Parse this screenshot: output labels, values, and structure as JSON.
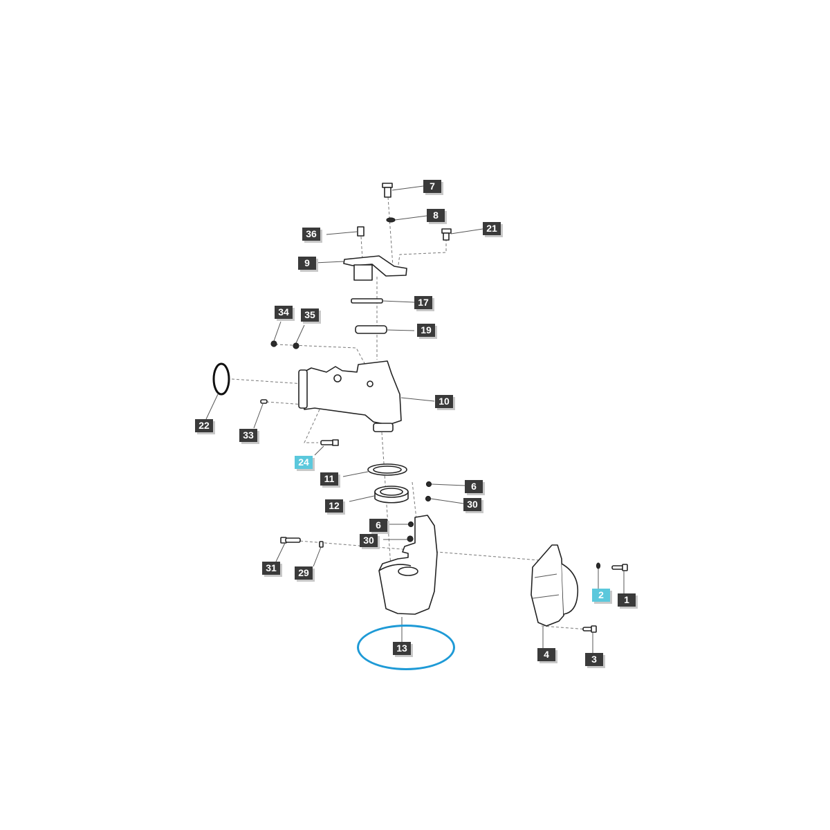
{
  "diagram": {
    "title": "Exploded parts diagram",
    "colors": {
      "label_bg": "#3a3a3a",
      "label_text": "#ffffff",
      "label_highlight_bg": "#5bc8dc",
      "selection_ring": "#1e9ad6"
    },
    "selected_part": "13",
    "labels": [
      {
        "id": "7",
        "text": "7",
        "highlighted": false
      },
      {
        "id": "8",
        "text": "8",
        "highlighted": false
      },
      {
        "id": "36",
        "text": "36",
        "highlighted": false
      },
      {
        "id": "21",
        "text": "21",
        "highlighted": false
      },
      {
        "id": "9",
        "text": "9",
        "highlighted": false
      },
      {
        "id": "17",
        "text": "17",
        "highlighted": false
      },
      {
        "id": "34",
        "text": "34",
        "highlighted": false
      },
      {
        "id": "35",
        "text": "35",
        "highlighted": false
      },
      {
        "id": "19",
        "text": "19",
        "highlighted": false
      },
      {
        "id": "10",
        "text": "10",
        "highlighted": false
      },
      {
        "id": "22",
        "text": "22",
        "highlighted": false
      },
      {
        "id": "33",
        "text": "33",
        "highlighted": false
      },
      {
        "id": "24",
        "text": "24",
        "highlighted": true
      },
      {
        "id": "11",
        "text": "11",
        "highlighted": false
      },
      {
        "id": "6a",
        "text": "6",
        "highlighted": false
      },
      {
        "id": "30a",
        "text": "30",
        "highlighted": false
      },
      {
        "id": "12",
        "text": "12",
        "highlighted": false
      },
      {
        "id": "6b",
        "text": "6",
        "highlighted": false
      },
      {
        "id": "30b",
        "text": "30",
        "highlighted": false
      },
      {
        "id": "31",
        "text": "31",
        "highlighted": false
      },
      {
        "id": "29",
        "text": "29",
        "highlighted": false
      },
      {
        "id": "2",
        "text": "2",
        "highlighted": true
      },
      {
        "id": "1",
        "text": "1",
        "highlighted": false
      },
      {
        "id": "13",
        "text": "13",
        "highlighted": false
      },
      {
        "id": "4",
        "text": "4",
        "highlighted": false
      },
      {
        "id": "3",
        "text": "3",
        "highlighted": false
      }
    ]
  }
}
